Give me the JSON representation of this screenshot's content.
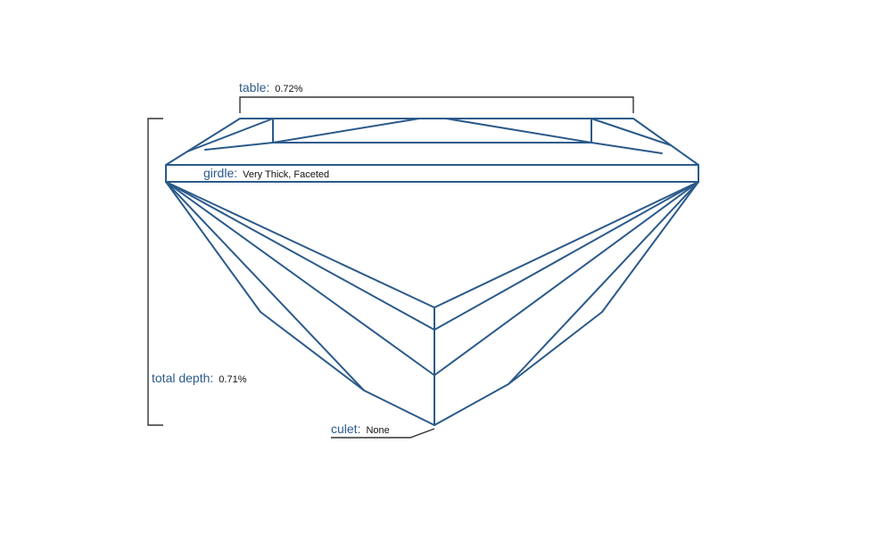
{
  "measurements": {
    "table": {
      "label": "table:",
      "value": "0.72%"
    },
    "girdle": {
      "label": "girdle:",
      "value": "Very Thick, Faceted"
    },
    "total_depth": {
      "label": "total depth:",
      "value": "0.71%"
    },
    "culet": {
      "label": "culet:",
      "value": "None"
    }
  },
  "colors": {
    "outline": "#2b5a8a",
    "bracket": "#333333"
  }
}
